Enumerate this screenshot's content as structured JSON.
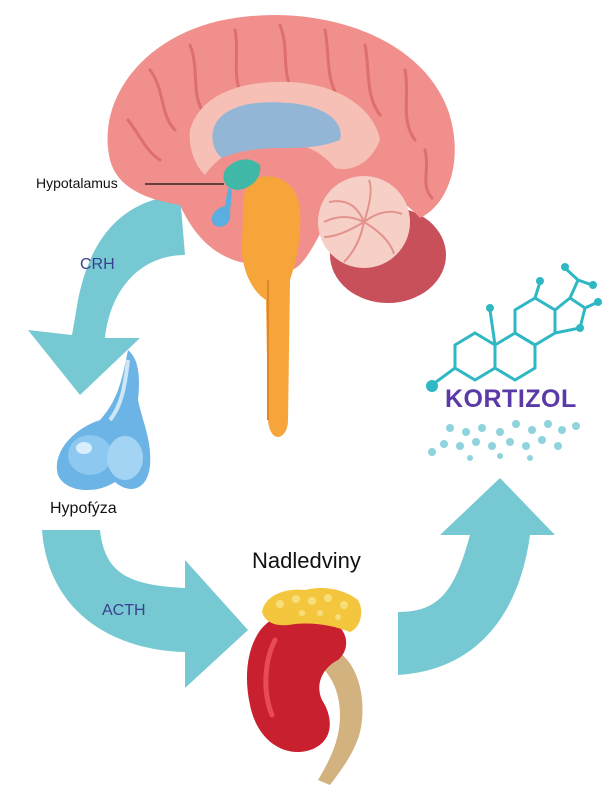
{
  "labels": {
    "hypotalamus": "Hypotalamus",
    "crh": "CRH",
    "hypofyza": "Hypofýza",
    "acth": "ACTH",
    "nadledviny": "Nadledviny",
    "kortizol": "KORTIZOL"
  },
  "colors": {
    "arrow": "#76c9d2",
    "brain": "#f08f8c",
    "brainstem": "#f5a53a",
    "pituitary": "#6cb4e6",
    "kidney": "#c8202e",
    "adrenal": "#f4c63d",
    "ureter": "#d2b27e",
    "molecule": "#2fb8c4",
    "label_accent": "#3b3f8e",
    "kortizol_text": "#5b3aa8"
  },
  "icons": [
    "brain-illustration",
    "pituitary-gland-illustration",
    "kidney-adrenal-illustration",
    "cortisol-molecule-icon"
  ]
}
